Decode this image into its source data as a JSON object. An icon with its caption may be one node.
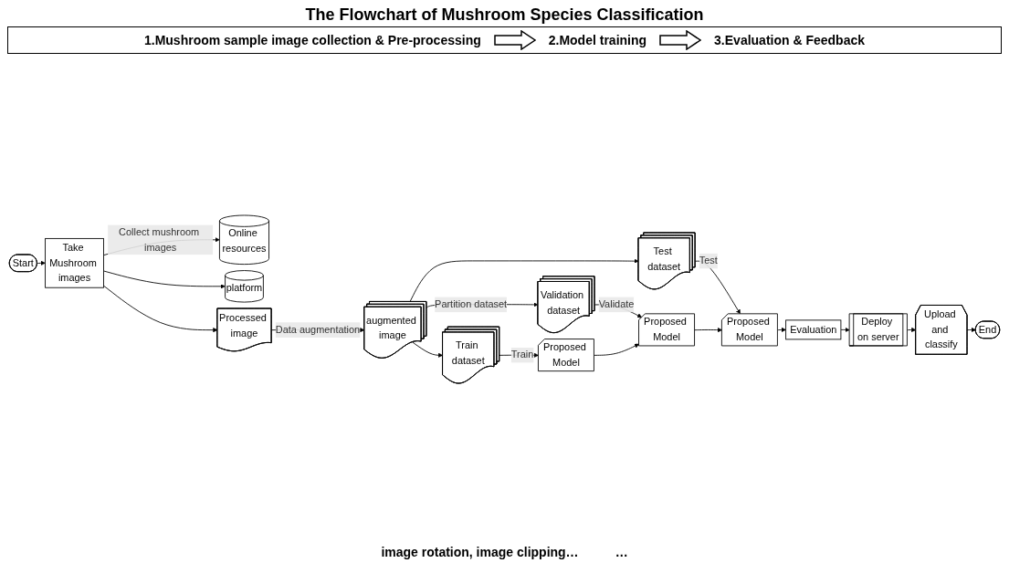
{
  "diagram": {
    "title": "The Flowchart of Mushroom Species Classification",
    "nodes": [
      {
        "text": [
          "Start"
        ]
      },
      {
        "text": [
          "Take Mushroom images"
        ]
      },
      {
        "text": [
          "Online resources"
        ]
      },
      {
        "text": [
          "platform"
        ]
      },
      {
        "text": [
          "Processed image"
        ]
      },
      {
        "text": [
          "augmented image"
        ]
      },
      {
        "text": [
          "Train dataset"
        ]
      },
      {
        "text": [
          "Validation dataset"
        ]
      },
      {
        "text": [
          "Test dataset"
        ]
      },
      {
        "text": [
          "Proposed Model"
        ]
      },
      {
        "text": [
          "Proposed Model"
        ]
      },
      {
        "text": [
          "Proposed Model"
        ]
      },
      {
        "text": [
          "Evaluation"
        ]
      },
      {
        "text": [
          "Deploy on server"
        ]
      },
      {
        "text": [
          "Upload and classify"
        ]
      },
      {
        "text": [
          "End"
        ]
      }
    ],
    "edges": [
      {
        "from": 0,
        "to": 1,
        "arrow": "to"
      },
      {
        "from": 1,
        "to": 2,
        "arrow": "to",
        "label": "Collect mushroom images"
      },
      {
        "from": 1,
        "to": 3,
        "arrow": "to"
      },
      {
        "from": 1,
        "to": 4,
        "arrow": "to"
      },
      {
        "from": 4,
        "to": 5,
        "arrow": "to",
        "label": "Data augmentation"
      },
      {
        "from": 5,
        "to": 6,
        "arrow": "to"
      },
      {
        "from": 5,
        "to": 7,
        "arrow": "to",
        "label": "Partition dataset"
      },
      {
        "from": 5,
        "to": 8,
        "arrow": "to"
      },
      {
        "from": 6,
        "to": 9,
        "arrow": "to",
        "label": "Train"
      },
      {
        "from": 7,
        "to": 10,
        "arrow": "to",
        "label": "Validate"
      },
      {
        "from": 8,
        "to": 11,
        "arrow": "to",
        "label": "Test"
      },
      {
        "from": 9,
        "to": 10,
        "arrow": "to"
      },
      {
        "from": 10,
        "to": 11,
        "arrow": "to"
      },
      {
        "from": 11,
        "to": 12,
        "arrow": "to"
      },
      {
        "from": 12,
        "to": 13,
        "arrow": "to"
      },
      {
        "from": 13,
        "to": 14,
        "arrow": "to"
      },
      {
        "from": 14,
        "to": 15,
        "arrow": "to"
      }
    ],
    "labels": [
      "1.Mushroom sample image collection & Pre-processing",
      "2.Model training",
      "3.Evaluation & Feedback",
      "image rotation, image clipping…",
      "…"
    ]
  }
}
